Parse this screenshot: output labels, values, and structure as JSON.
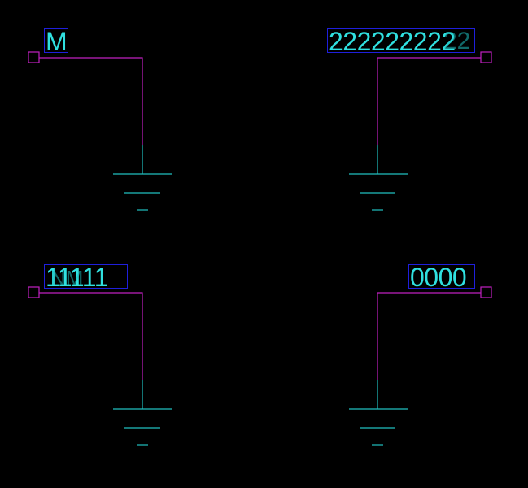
{
  "colors": {
    "background": "#000000",
    "wire": "#c020c0",
    "ground": "#20c0c0",
    "label_text": "#30e0e0",
    "label_box": "#1f1fdc",
    "pin": "#c020c0"
  },
  "nets": [
    {
      "label": "M",
      "ghost": ""
    },
    {
      "label": "222222222",
      "ghost": "22"
    },
    {
      "label": "11111",
      "ghost": "NM"
    },
    {
      "label": "0000",
      "ghost": ""
    }
  ]
}
